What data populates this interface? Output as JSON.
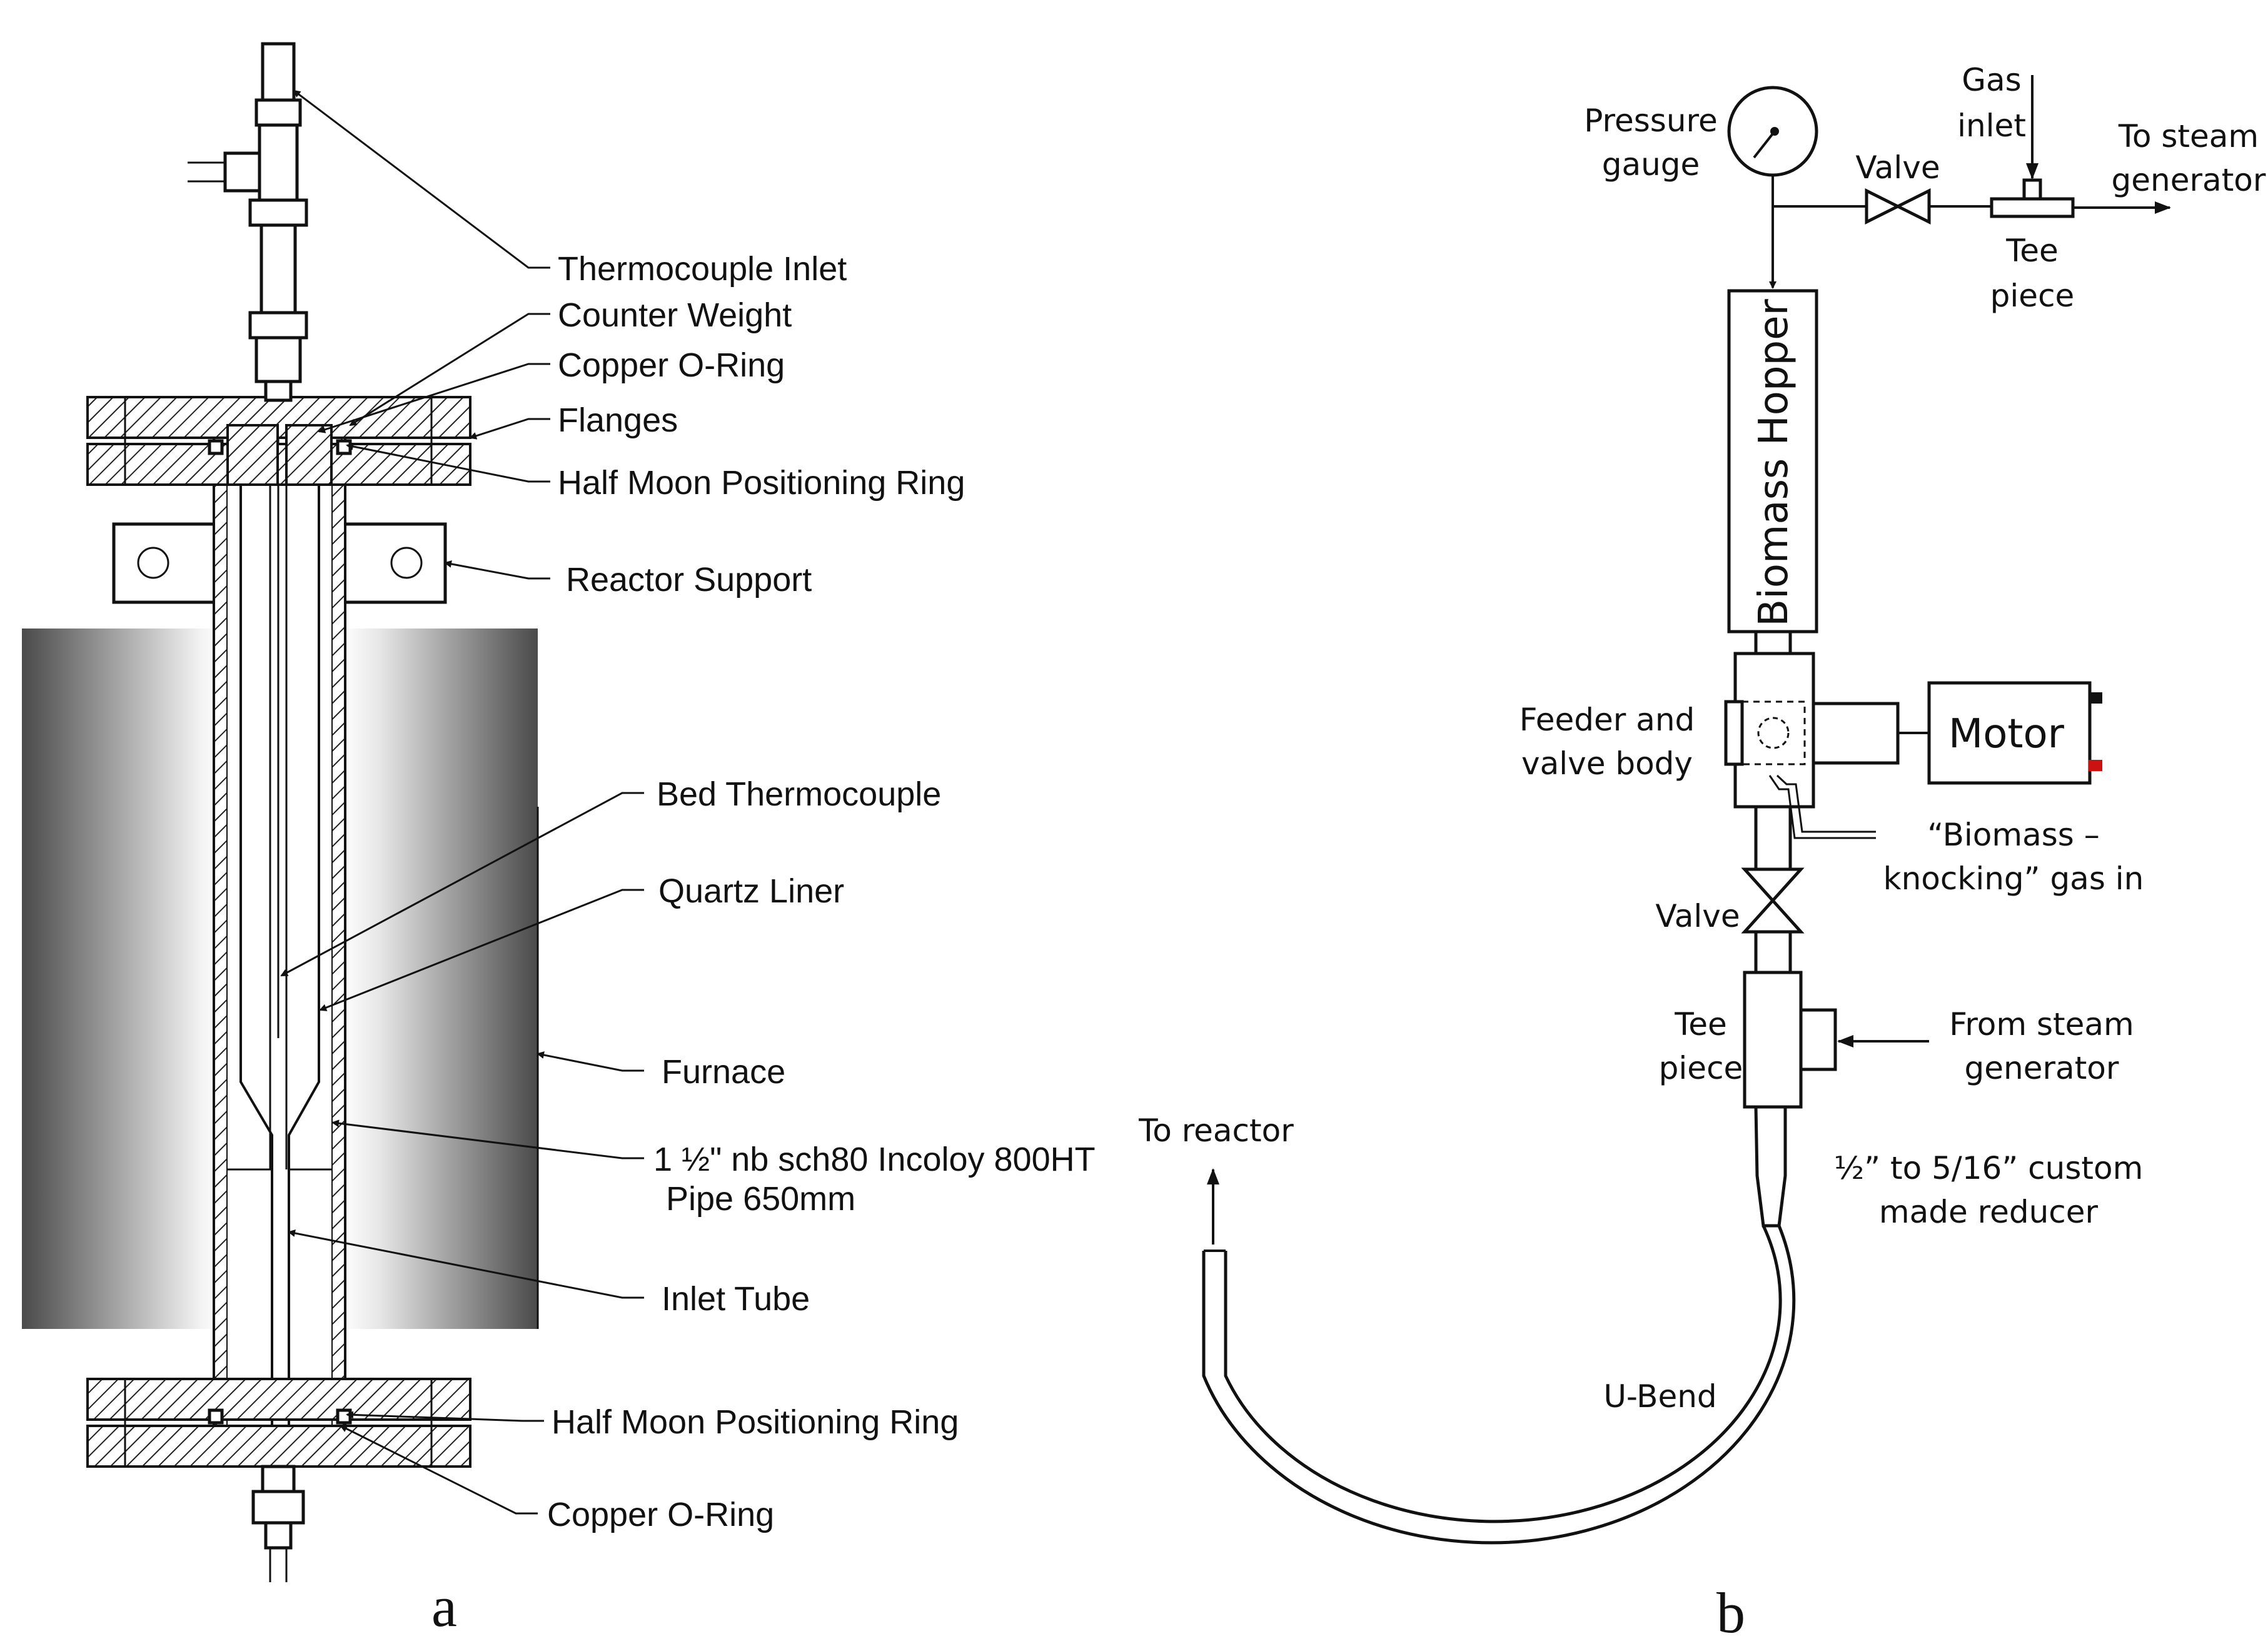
{
  "panel_a": {
    "letter": "a",
    "labels": {
      "thermocouple_inlet": "Thermocouple Inlet",
      "counter_weight": "Counter Weight",
      "copper_oring_top": "Copper O-Ring",
      "flanges": "Flanges",
      "half_moon_top": "Half Moon Positioning Ring",
      "reactor_support": "Reactor Support",
      "bed_thermocouple": "Bed Thermocouple",
      "quartz_liner": "Quartz Liner",
      "furnace": "Furnace",
      "pipe_line1": "1 ½\" nb sch80 Incoloy 800HT",
      "pipe_line2": "Pipe 650mm",
      "inlet_tube": "Inlet Tube",
      "half_moon_bottom": "Half Moon Positioning Ring",
      "copper_oring_bottom": "Copper O-Ring"
    }
  },
  "panel_b": {
    "letter": "b",
    "labels": {
      "pressure_gauge_1": "Pressure",
      "pressure_gauge_2": "gauge",
      "gas_inlet_1": "Gas",
      "gas_inlet_2": "inlet",
      "valve_top": "Valve",
      "to_steam_1": "To steam",
      "to_steam_2": "generator",
      "tee_top_1": "Tee",
      "tee_top_2": "piece",
      "biomass_hopper": "Biomass Hopper",
      "motor": "Motor",
      "feeder_1": "Feeder and",
      "feeder_2": "valve body",
      "knocking_1": "“Biomass –",
      "knocking_2": "knocking” gas in",
      "valve_mid": "Valve",
      "tee_mid_1": "Tee",
      "tee_mid_2": "piece",
      "from_steam_1": "From steam",
      "from_steam_2": "generator",
      "reducer_1": "½” to 5/16” custom",
      "reducer_2": "made reducer",
      "to_reactor": "To reactor",
      "u_bend": "U-Bend"
    }
  },
  "colors": {
    "line": "#111111",
    "furnace_dark": "#555555",
    "furnace_light": "#f2f2f2",
    "motor_terminal_black": "#111111",
    "motor_terminal_red": "#cc1111"
  }
}
